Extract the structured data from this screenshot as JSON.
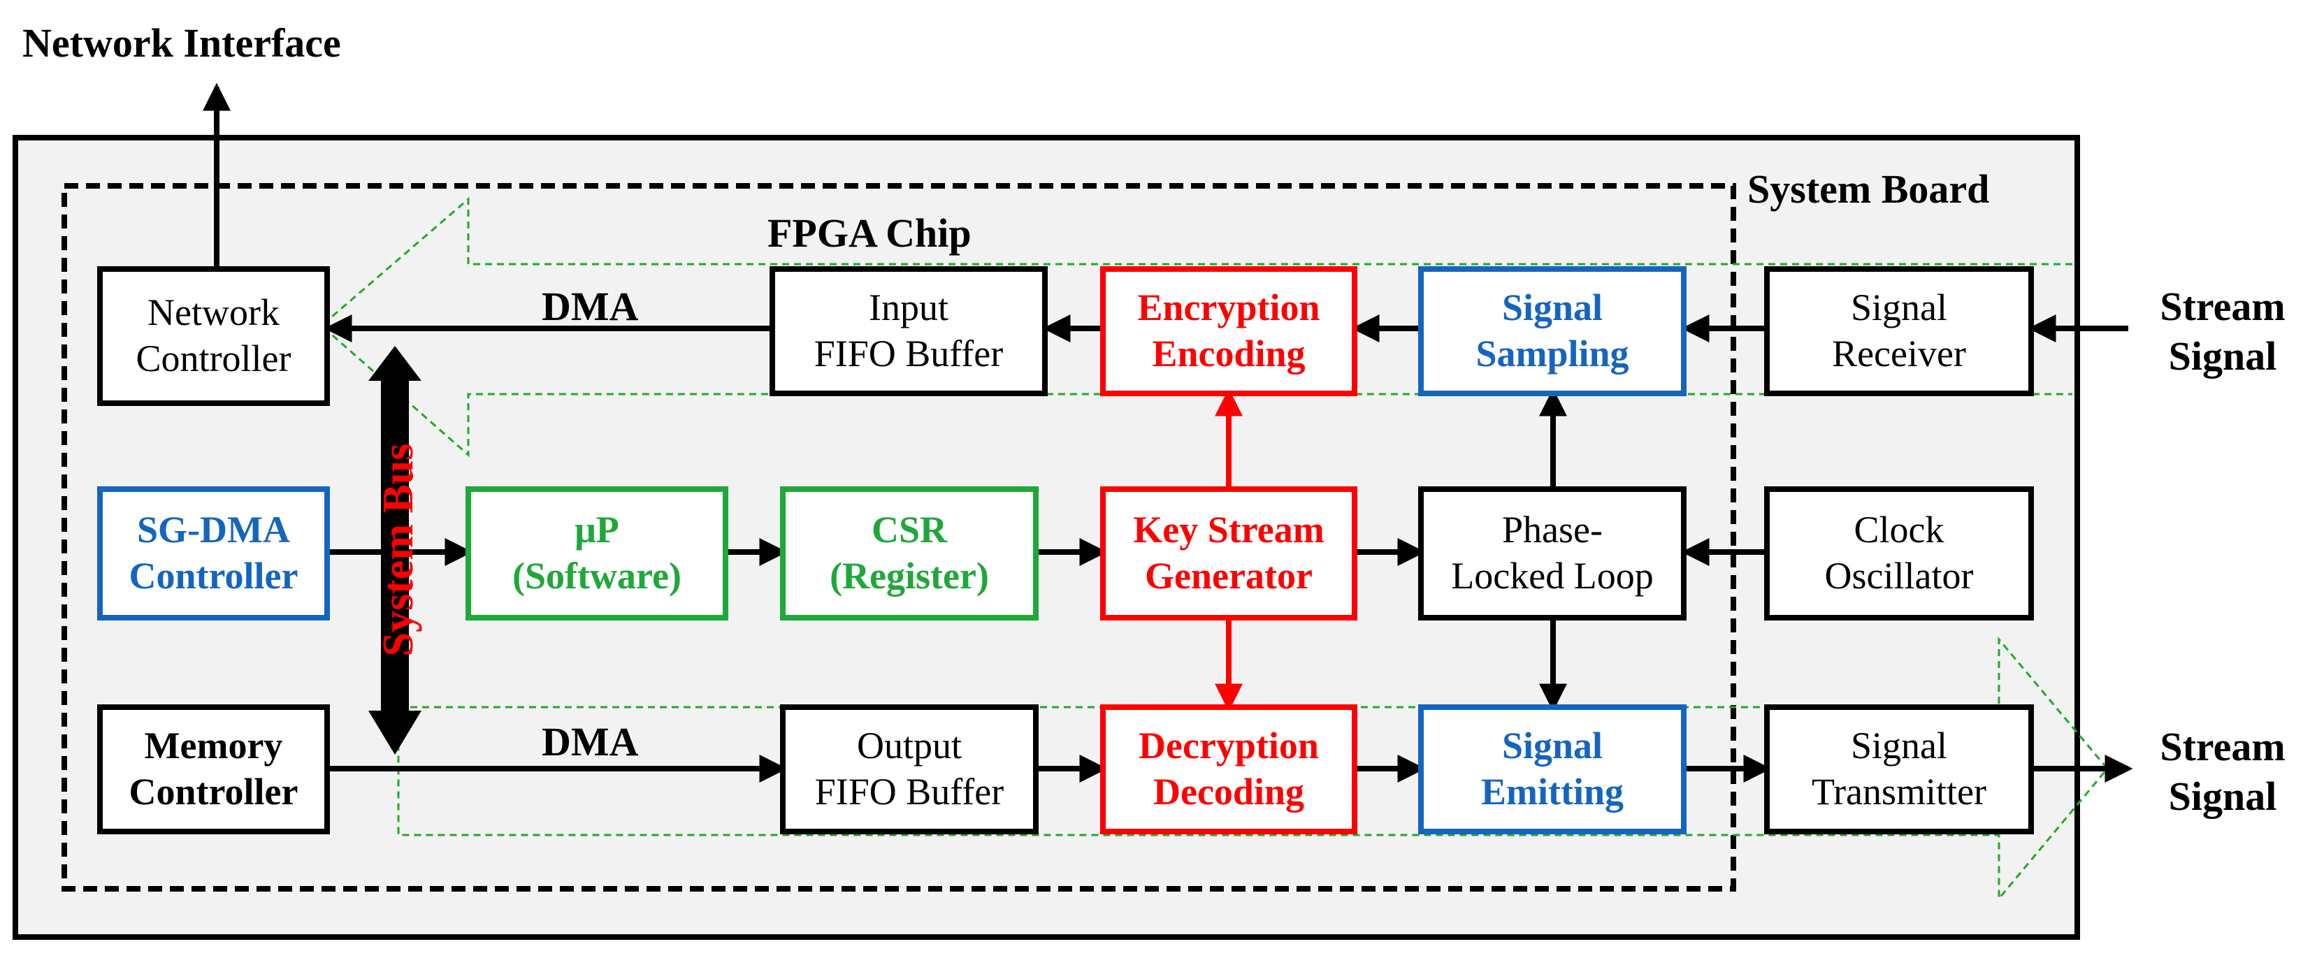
{
  "labels": {
    "network_interface": "Network Interface",
    "system_board": "System Board",
    "fpga_chip": "FPGA Chip",
    "dma_top": "DMA",
    "dma_bottom": "DMA",
    "system_bus": "System Bus",
    "stream_in": [
      "Stream",
      "Signal"
    ],
    "stream_out": [
      "Stream",
      "Signal"
    ]
  },
  "blocks": {
    "network_controller": [
      "Network",
      "Controller"
    ],
    "input_fifo": [
      "Input",
      "FIFO Buffer"
    ],
    "encryption": [
      "Encryption",
      "Encoding"
    ],
    "signal_sampling": [
      "Signal",
      "Sampling"
    ],
    "signal_receiver": [
      "Signal",
      "Receiver"
    ],
    "sg_dma": [
      "SG-DMA",
      "Controller"
    ],
    "up": [
      "μP",
      "(Software)"
    ],
    "csr": [
      "CSR",
      "(Register)"
    ],
    "key_stream": [
      "Key Stream",
      "Generator"
    ],
    "pll": [
      "Phase-",
      "Locked Loop"
    ],
    "clock": [
      "Clock",
      "Oscillator"
    ],
    "memory_controller": [
      "Memory",
      "Controller"
    ],
    "output_fifo": [
      "Output",
      "FIFO Buffer"
    ],
    "decryption": [
      "Decryption",
      "Decoding"
    ],
    "signal_emitting": [
      "Signal",
      "Emitting"
    ],
    "signal_transmitter": [
      "Signal",
      "Transmitter"
    ]
  },
  "colors": {
    "black": "#000000",
    "red": "#ff0000",
    "blue": "#1565c0",
    "green": "#1fa83a",
    "board_fill": "#f2f2f2",
    "box_fill": "#ffffff",
    "guide_green": "#22aa22"
  }
}
